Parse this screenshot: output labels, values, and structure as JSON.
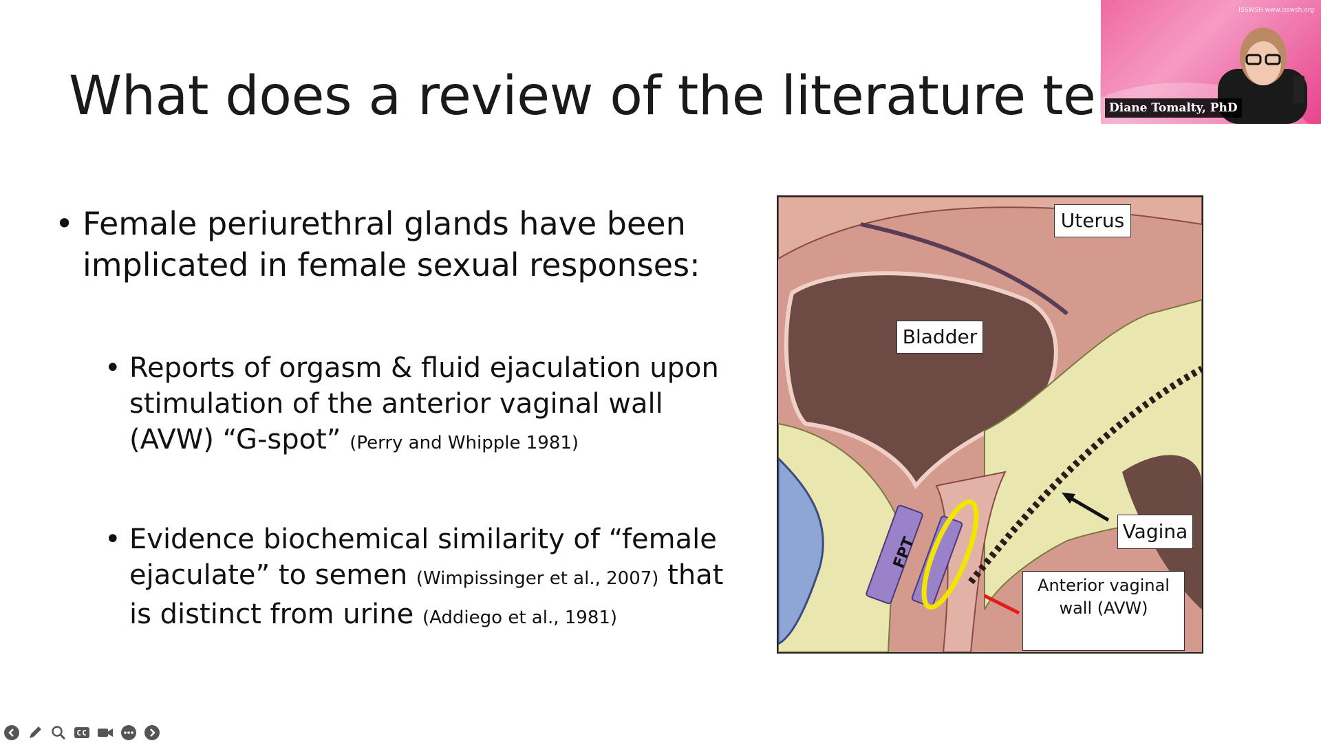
{
  "slide": {
    "title": "What does a review of the literature tell us",
    "bullet_main": "Female periurethral glands have been implicated in female sexual responses:",
    "bullet_1_text": "Reports of orgasm & fluid ejaculation upon stimulation of the anterior vaginal wall (AVW) “G-spot”",
    "bullet_1_cite": "(Perry and Whipple 1981)",
    "bullet_2_text_a": "Evidence biochemical similarity of “female ejaculate” to semen",
    "bullet_2_cite_a": "(Wimpissinger et al., 2007)",
    "bullet_2_text_b": "that is distinct from urine",
    "bullet_2_cite_b": "(Addiego et al., 1981)"
  },
  "figure": {
    "label_uterus": "Uterus",
    "label_bladder": "Bladder",
    "label_vagina": "Vagina",
    "label_avw": "Anterior vaginal wall (AVW)",
    "label_fpt": "FPT",
    "colors": {
      "tissue": "#d9a195",
      "bladder_lumen": "#6e4a44",
      "fat": "#e9e6b0",
      "fpt": "#9a82c9",
      "highlight": "#f2e600",
      "pointer_red": "#e21b1b"
    }
  },
  "video": {
    "presenter_name": "Diane Tomalty, PhD",
    "logo_text": "ISSWSH www.isswsh.org"
  },
  "toolbar": {
    "icons": [
      "back-icon",
      "pen-icon",
      "zoom-icon",
      "captions-icon",
      "camera-icon",
      "more-icon",
      "forward-icon"
    ]
  }
}
